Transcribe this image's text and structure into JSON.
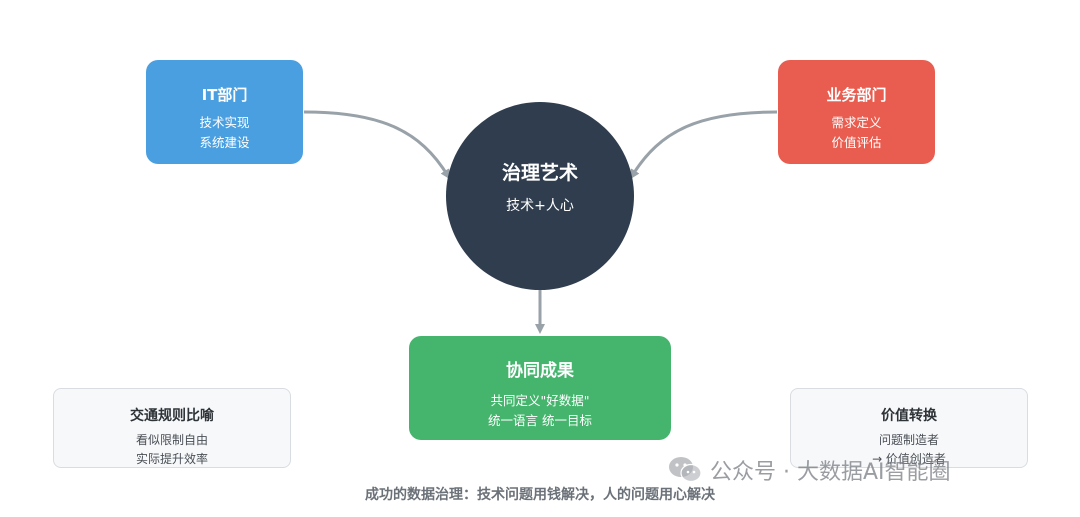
{
  "center": {
    "title": "治理艺术",
    "subtitle": "技术+人心"
  },
  "it_dept": {
    "title": "IT部门",
    "lines": [
      "技术实现",
      "系统建设"
    ]
  },
  "business_dept": {
    "title": "业务部门",
    "lines": [
      "需求定义",
      "价值评估"
    ]
  },
  "result": {
    "title": "协同成果",
    "lines": [
      "共同定义\"好数据\"",
      "统一语言 统一目标"
    ]
  },
  "traffic_metaphor": {
    "title": "交通规则比喻",
    "lines": [
      "看似限制自由",
      "实际提升效率"
    ]
  },
  "value_shift": {
    "title": "价值转换",
    "lines": [
      "问题制造者",
      "→ 价值创造者"
    ]
  },
  "caption": "成功的数据治理：技术问题用钱解决，人的问题用心解决",
  "watermark": {
    "text": "公众号 · 大数据AI智能圈",
    "icon": "wechat-icon"
  },
  "colors": {
    "it": "#4a9fe0",
    "business": "#e85d4f",
    "center": "#2f3d4e",
    "result": "#45b56e",
    "arrow": "#98a2a8"
  }
}
